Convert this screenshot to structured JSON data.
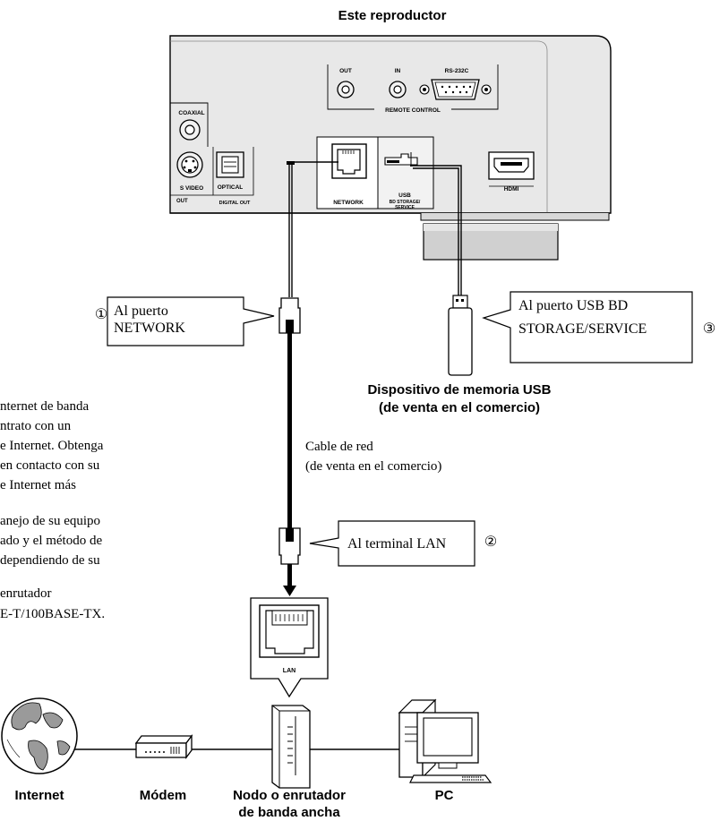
{
  "title": "Este reproductor",
  "panel": {
    "out": "OUT",
    "in": "IN",
    "rs232c": "RS-232C",
    "remote_control": "REMOTE CONTROL",
    "coaxial": "COAXIAL",
    "s_video": "S VIDEO",
    "out_fragment": "OUT",
    "optical": "OPTICAL",
    "digital_out": "DIGITAL OUT",
    "network": "NETWORK",
    "usb": "USB",
    "bd_storage": "BD STORAGE/",
    "service": "SERVICE",
    "hdmi": "HDMI"
  },
  "callouts": {
    "network": {
      "line1": "Al puerto",
      "line2": "NETWORK",
      "number": "①"
    },
    "usb": {
      "line1": "Al puerto USB BD",
      "line2": "STORAGE/SERVICE",
      "number": "③"
    },
    "lan": {
      "text": "Al terminal LAN",
      "number": "②"
    }
  },
  "usb_device": {
    "line1": "Dispositivo de memoria USB",
    "line2": "(de venta en el comercio)"
  },
  "cable": {
    "line1": "Cable de red",
    "line2": "(de venta en el comercio)"
  },
  "left_text": [
    "nternet de banda",
    "ntrato con un",
    "e Internet. Obtenga",
    "en contacto con su",
    "e Internet más",
    "",
    "anejo de su equipo",
    "ado y el método de",
    "dependiendo de su",
    "",
    "enrutador",
    "E-T/100BASE-TX."
  ],
  "router_port": "LAN",
  "devices": {
    "internet": "Internet",
    "modem": "Módem",
    "router_line1": "Nodo o enrutador",
    "router_line2": "de banda ancha",
    "pc": "PC"
  },
  "colors": {
    "line": "#000000",
    "panel": "#e8e8e8",
    "panel_dark": "#cfcfcf"
  }
}
